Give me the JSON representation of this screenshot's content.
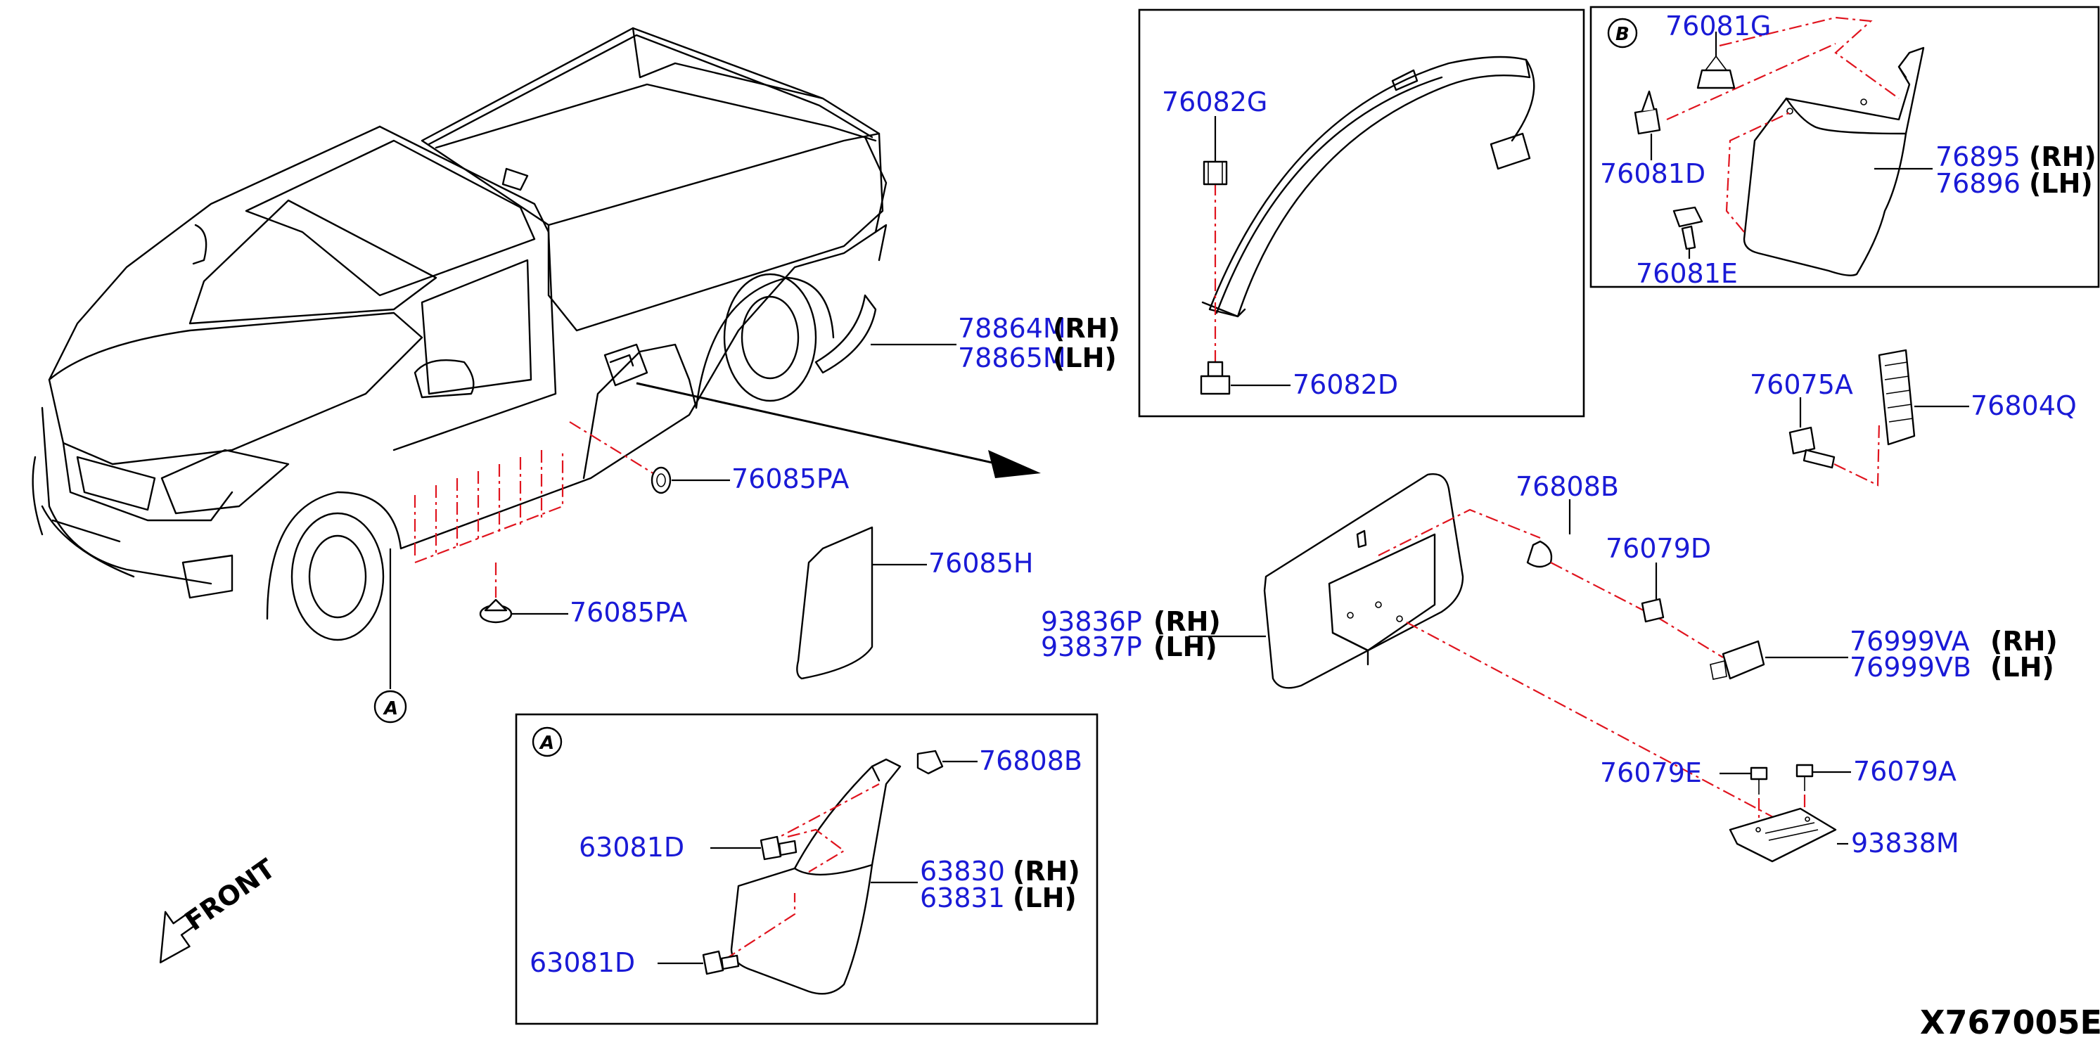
{
  "diagram": {
    "code": "X767005E",
    "front_label": "FRONT",
    "markers": {
      "a": "A",
      "b": "B"
    },
    "parts": {
      "p78864M": "78864M",
      "p78865M": "78865M",
      "p76085PA_1": "76085PA",
      "p76085PA_2": "76085PA",
      "p76085H": "76085H",
      "p76082G": "76082G",
      "p76082D": "76082D",
      "p76081G": "76081G",
      "p76081D": "76081D",
      "p76081E": "76081E",
      "p76895": "76895",
      "p76896": "76896",
      "p76075A": "76075A",
      "p76804Q": "76804Q",
      "p76808B_1": "76808B",
      "p76079D": "76079D",
      "p93836P": "93836P",
      "p93837P": "93837P",
      "p76999VA": "76999VA",
      "p76999VB": "76999VB",
      "p76079E": "76079E",
      "p76079A": "76079A",
      "p93838M": "93838M",
      "p76808B_2": "76808B",
      "p63081D_1": "63081D",
      "p63081D_2": "63081D",
      "p63830": "63830",
      "p63831": "63831"
    },
    "suffix": {
      "rh": "(RH)",
      "lh": "(LH)"
    },
    "colors": {
      "part_number": "#1a1ad6",
      "leader": "#000000",
      "assembly_line": "#e0141e"
    }
  }
}
